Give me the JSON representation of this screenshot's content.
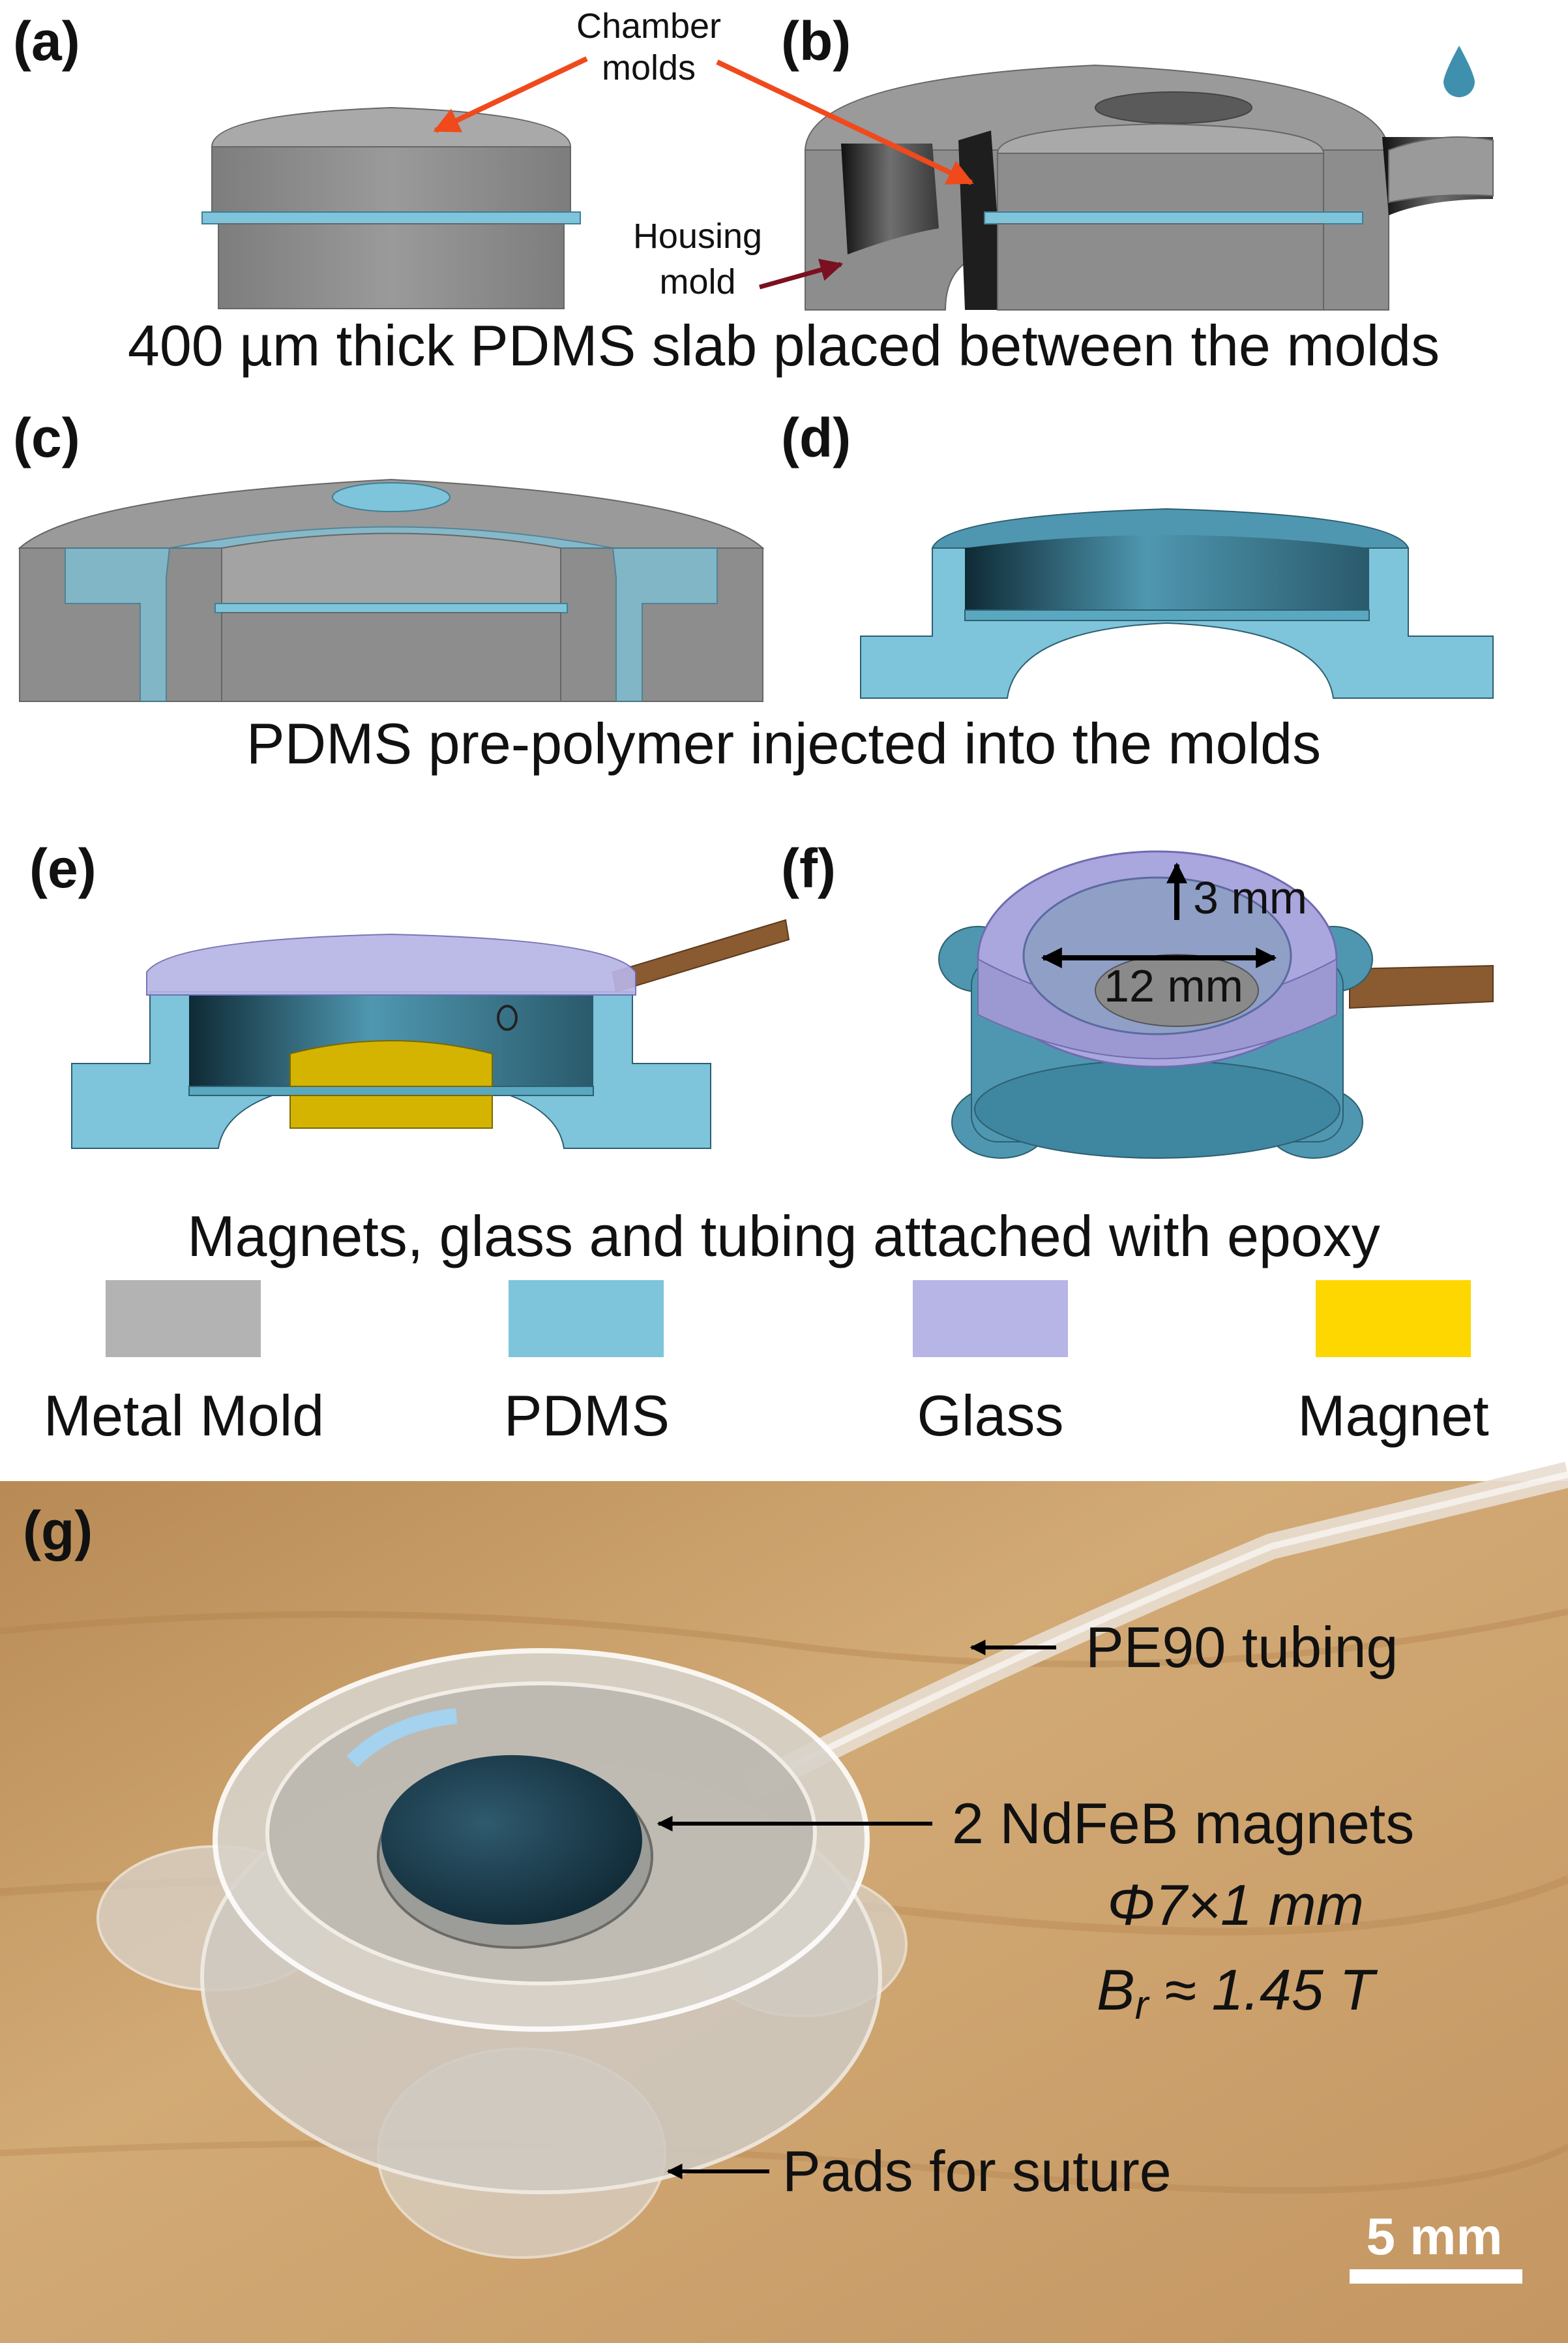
{
  "panels": {
    "a": "(a)",
    "b": "(b)",
    "c": "(c)",
    "d": "(d)",
    "e": "(e)",
    "f": "(f)",
    "g": "(g)"
  },
  "annotations": {
    "chamber_molds_line1": "Chamber",
    "chamber_molds_line2": "molds",
    "housing_mold_line1": "Housing",
    "housing_mold_line2": "mold",
    "dim_height": "3 mm",
    "dim_width": "12 mm"
  },
  "captions": {
    "ab": "400 µm thick PDMS slab placed between the molds",
    "cd": "PDMS pre-polymer injected into the molds",
    "ef": "Magnets, glass and tubing attached with epoxy"
  },
  "legend": [
    {
      "label": "Metal Mold",
      "color": "#b3b3b3"
    },
    {
      "label": "PDMS",
      "color": "#7ec4da"
    },
    {
      "label": "Glass",
      "color": "#b7b5e6"
    },
    {
      "label": "Magnet",
      "color": "#ffd700"
    }
  ],
  "photo": {
    "tubing": "PE90 tubing",
    "magnets_line1": "2 NdFeB magnets",
    "magnets_line2": "Φ7×1 mm",
    "magnets_line3_main": "B",
    "magnets_line3_sub": "r",
    "magnets_line3_rest": " ≈ 1.45 T",
    "pads": "Pads for suture",
    "scale_bar": "5 mm"
  },
  "colors": {
    "metal": "#8f8f8f",
    "metal_top": "#a6a6a6",
    "pdms": "#4f97b0",
    "pdms_light": "#7ec4da",
    "glass": "#9b96d8",
    "magnet": "#d4b400",
    "arrow_orange": "#f04a1c",
    "arrow_dark_red": "#7a1020",
    "tubing": "#8a5a30",
    "wood": "#c9a06a"
  }
}
